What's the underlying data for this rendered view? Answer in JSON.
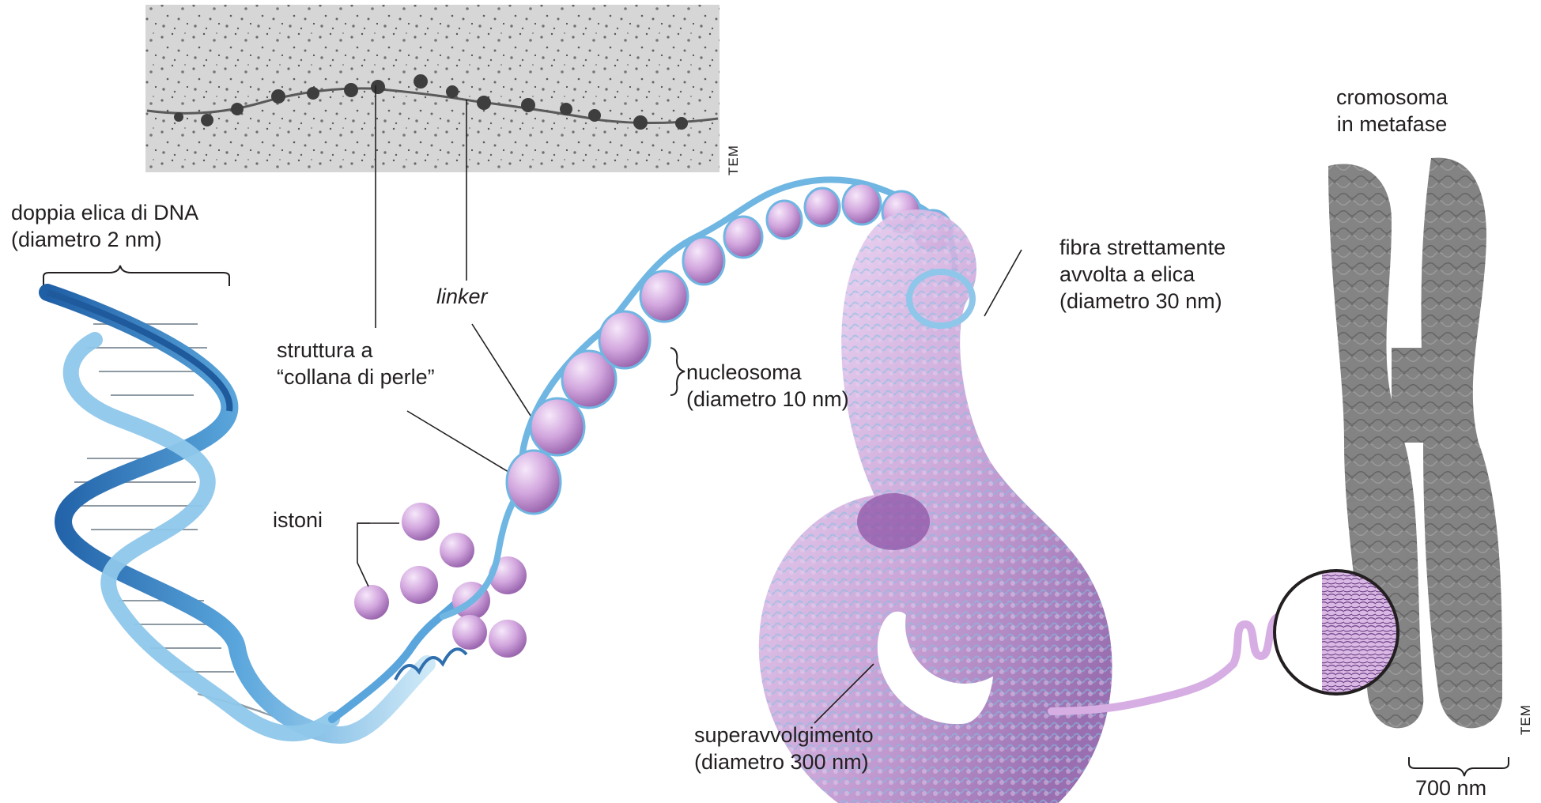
{
  "labels": {
    "dna_helix": [
      "doppia elica di DNA",
      "(diametro 2 nm)"
    ],
    "linker": "linker",
    "beads": [
      "struttura a",
      "“collana di perle”"
    ],
    "nucleosome": [
      "nucleosoma",
      "(diametro 10 nm)"
    ],
    "histones": "istoni",
    "fiber": [
      "fibra strettamente",
      "avvolta a elica",
      "(diametro 30 nm)"
    ],
    "supercoil": [
      "superavvolgimento",
      "(diametro 300 nm)"
    ],
    "chromosome": [
      "cromosoma",
      "in metafase"
    ],
    "scale": "700 nm",
    "tem_top": "TEM",
    "tem_right": "TEM"
  },
  "colors": {
    "dna_blue": "#3a86c8",
    "dna_light": "#a9d3ee",
    "histone_purple": "#c99ad6",
    "histone_light": "#ecd6f2",
    "chromosome_gray": "#5c5c5c",
    "micrograph_bg": "#d9d9d9"
  }
}
